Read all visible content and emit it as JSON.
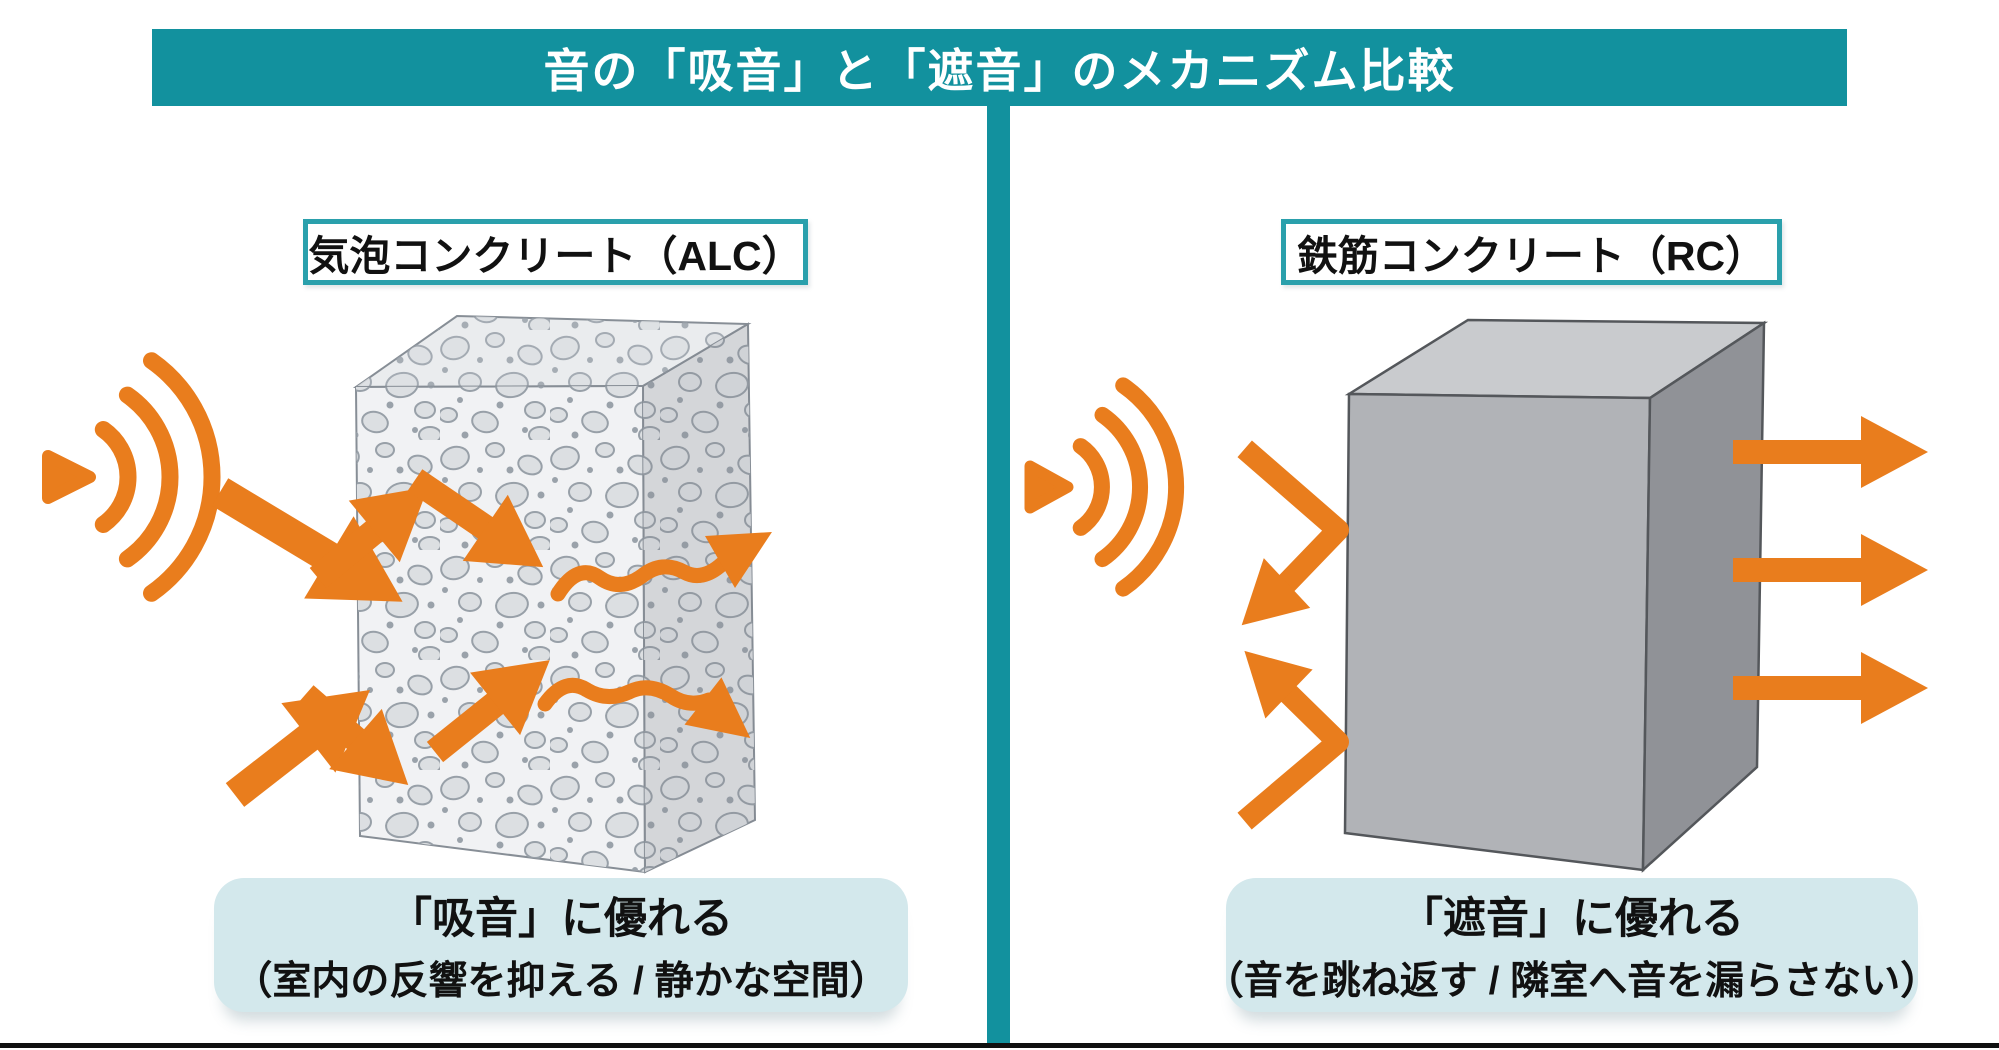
{
  "header": {
    "title": "音の「吸音」と「遮音」のメカニズム比較"
  },
  "panels": [
    {
      "id": "alc",
      "label": "気泡コンクリート（ALC）",
      "icon": "sound-wave-icon",
      "caption_line1": "「吸音」に優れる",
      "caption_line2": "（室内の反響を抑える / 静かな空間）"
    },
    {
      "id": "rc",
      "label": "鉄筋コンクリート（RC）",
      "icon": "sound-wave-icon",
      "caption_line1": "「遮音」に優れる",
      "caption_line2": "（音を跳ね返す / 隣室へ音を漏らさない）"
    }
  ],
  "colors": {
    "teal": "#12919E",
    "teal_border": "#2AA0AC",
    "orange": "#E97D1D",
    "caption_bg": "#D3E8EC",
    "text_black": "#1A1A1A",
    "rc_front": "#B1B3B7",
    "rc_side": "#909297",
    "rc_top": "#C9CBCE",
    "alc_front": "#F1F2F4",
    "alc_side": "#E0E2E5",
    "alc_top": "#EAECEE",
    "rule_black": "#101010"
  }
}
